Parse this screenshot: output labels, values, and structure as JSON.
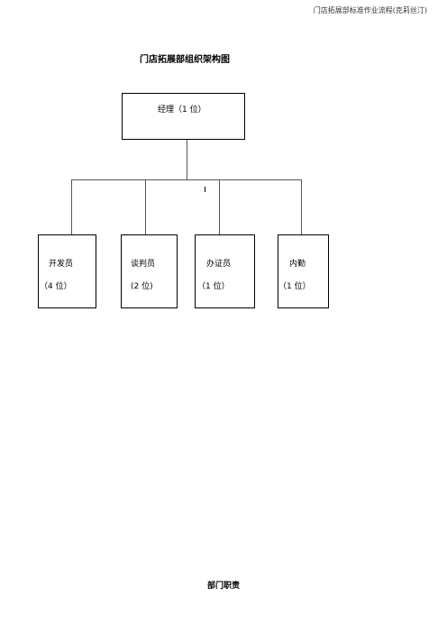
{
  "header_note": "门店拓展部标准作业流程(克莉丝汀)",
  "title": "门店拓展部组织架构图",
  "org_chart": {
    "manager": {
      "role": "经理",
      "count": "（1 位）"
    },
    "staff": [
      {
        "role": "开发员",
        "count": "（4 位）"
      },
      {
        "role": "谈判员",
        "count": "(2 位)"
      },
      {
        "role": "办证员",
        "count": "（1 位）"
      },
      {
        "role": "内勤",
        "count": "（1 位）"
      }
    ]
  },
  "section_title": "部门职责"
}
